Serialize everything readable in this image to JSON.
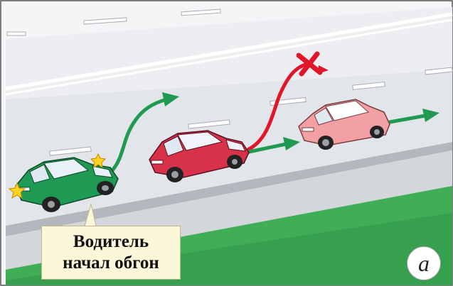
{
  "caption": {
    "line1": "Водитель",
    "line2": "начал обгон"
  },
  "figure_letter": "а",
  "colors": {
    "sky": "#f4f5f7",
    "road": "#e3e5e8",
    "road_edge": "#b9bdc2",
    "grass": "#3fae57",
    "car_green": "#1f9a55",
    "car_red": "#d8314a",
    "car_pink": "#f3a0a4",
    "arrow_green": "#1f9a50",
    "arrow_red": "#e0162a",
    "turn_signal": "#ffd21e"
  },
  "icons": [
    "turn-signal-icon",
    "cancel-cross-icon"
  ]
}
